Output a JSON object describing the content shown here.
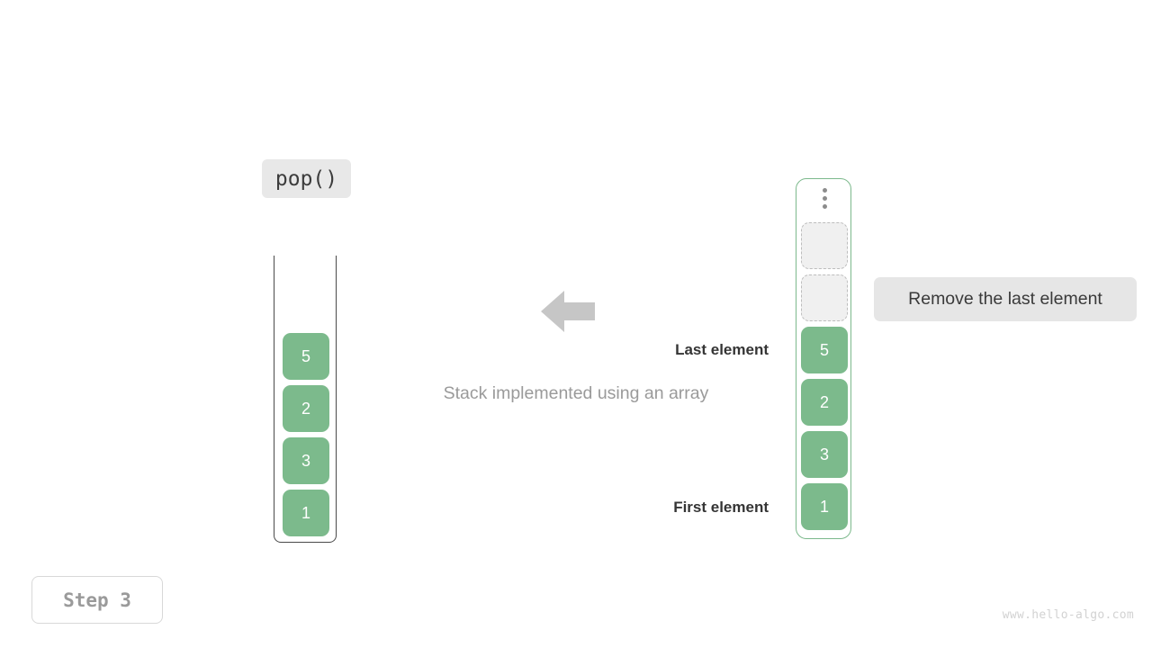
{
  "operation": {
    "label": "pop()"
  },
  "left_stack": {
    "name": "array-stack-before",
    "cells": [
      {
        "value": "5",
        "state": "filled"
      },
      {
        "value": "2",
        "state": "filled"
      },
      {
        "value": "3",
        "state": "filled"
      },
      {
        "value": "1",
        "state": "filled"
      }
    ]
  },
  "right_stack": {
    "name": "array-stack-after",
    "ellipsis_icon": "vertical-ellipsis-icon",
    "cells": [
      {
        "value": "",
        "state": "empty"
      },
      {
        "value": "",
        "state": "empty"
      },
      {
        "value": "5",
        "state": "filled"
      },
      {
        "value": "2",
        "state": "filled"
      },
      {
        "value": "3",
        "state": "filled"
      },
      {
        "value": "1",
        "state": "filled"
      }
    ]
  },
  "arrow": {
    "icon": "arrow-left-icon",
    "direction": "left",
    "color": "#c6c6c6"
  },
  "captions": {
    "center": "Stack implemented using an array",
    "last_element": "Last element",
    "first_element": "First element"
  },
  "annotation": {
    "text": "Remove the last element"
  },
  "step": {
    "label": "Step 3"
  },
  "watermark": {
    "text": "www.hello-algo.com"
  },
  "colors": {
    "cell_fill": "#7cba8c",
    "cell_text": "#ffffff",
    "empty_fill": "#f0f0f0",
    "empty_border": "#bdbdbd",
    "container_border_right": "#7cb98c",
    "container_border_left": "#4a4a4a",
    "arrow": "#c6c6c6",
    "badge_bg": "#e8e8e8"
  }
}
